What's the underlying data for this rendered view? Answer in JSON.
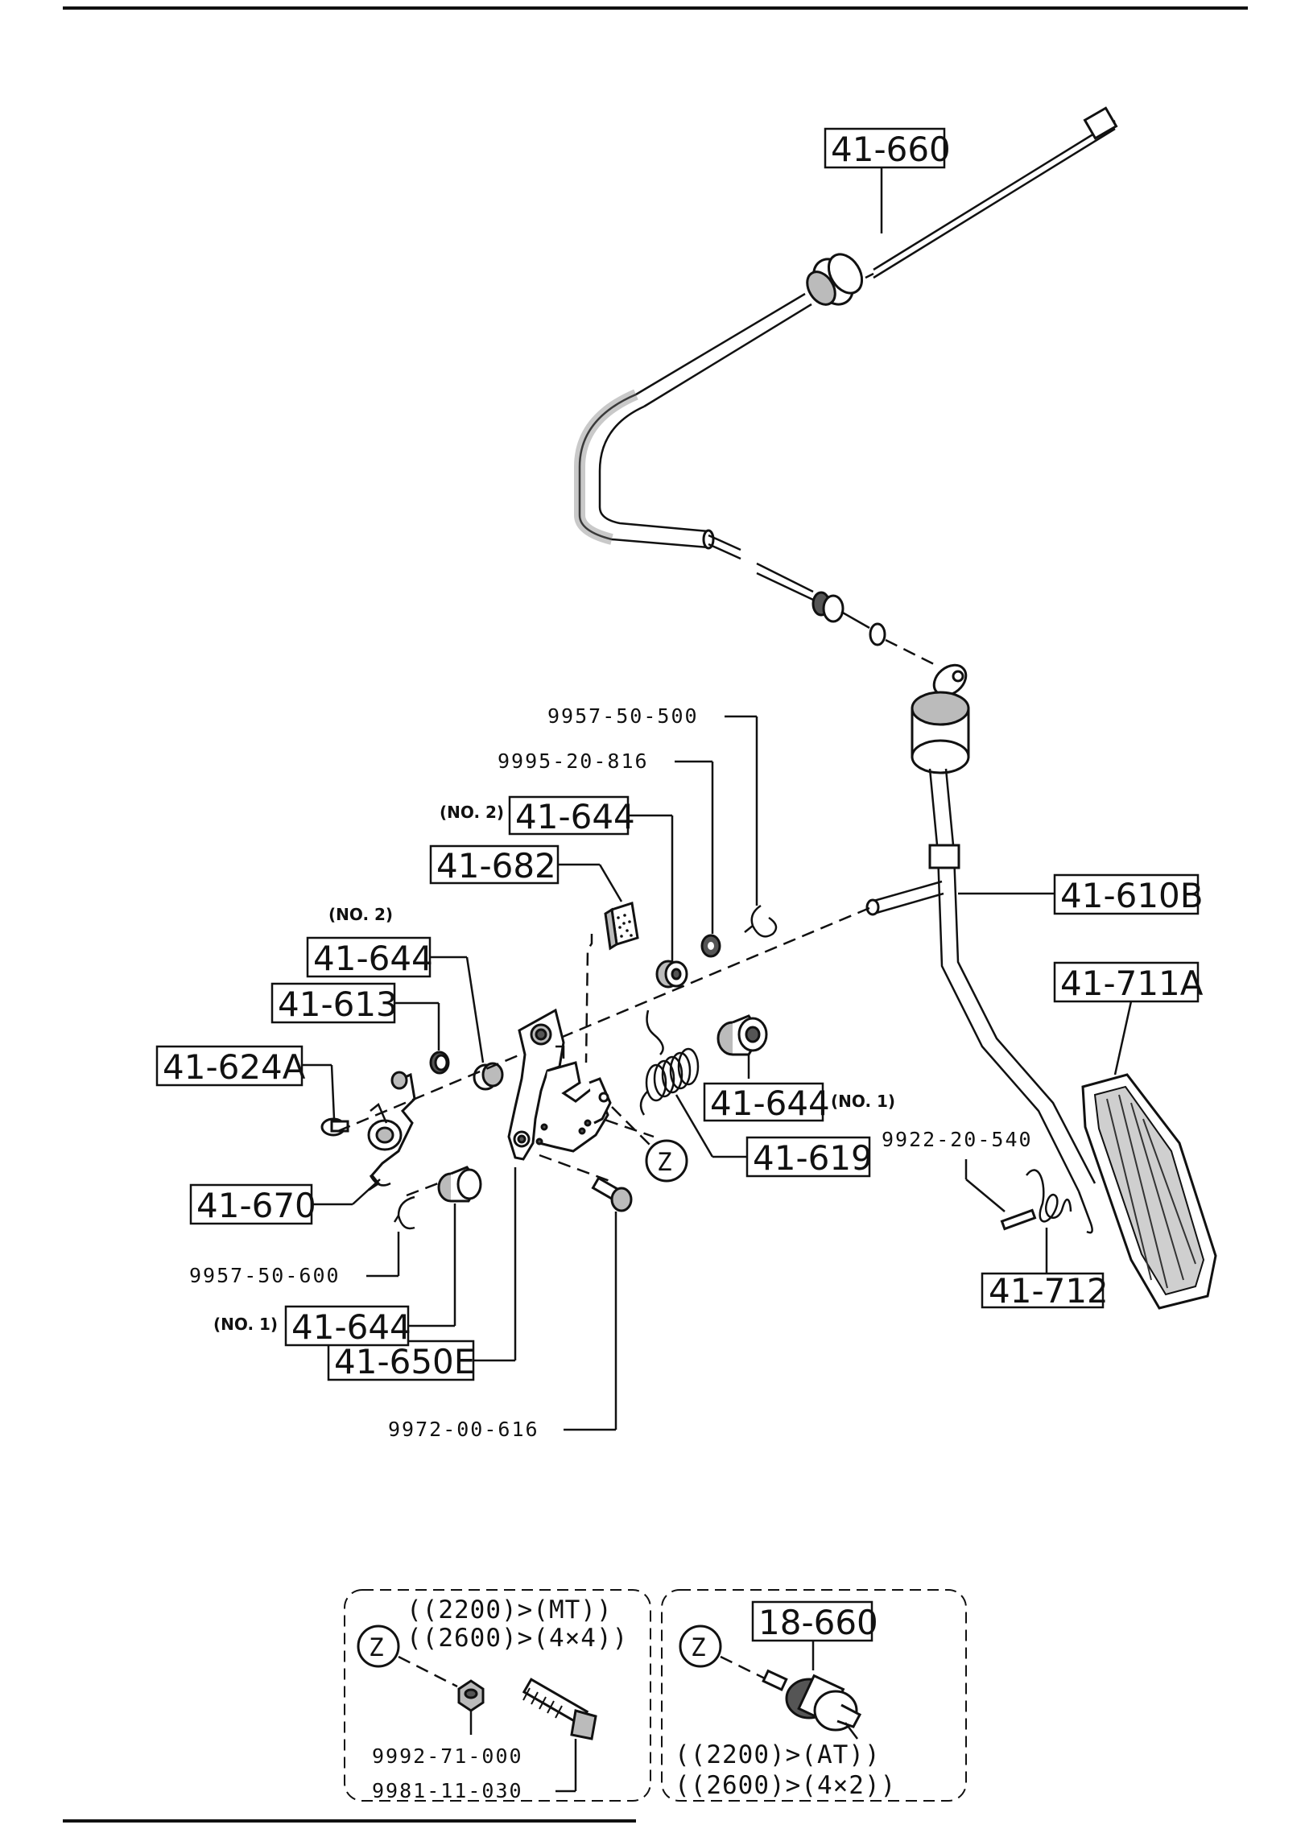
{
  "cable_assembly": {
    "part": "41-660"
  },
  "pedal_arm": {
    "part": "41-610B"
  },
  "pedal_pad": {
    "part": "41-711A"
  },
  "pedal_spring": {
    "part": "41-712"
  },
  "spring_pin": {
    "part": "9922-20-540"
  },
  "upper_clip": {
    "part": "9957-50-500"
  },
  "upper_washer": {
    "part": "9995-20-816"
  },
  "bushing_no2_right": {
    "note": "(NO. 2)",
    "part": "41-644"
  },
  "stopper_pad": {
    "part": "41-682"
  },
  "bushing_no2_left": {
    "note": "(NO. 2)",
    "part": "41-644"
  },
  "bracket_bolt_nut": {
    "part": "41-613"
  },
  "bracket_bolt": {
    "part": "41-624A"
  },
  "bushing_no1_right": {
    "part": "41-644",
    "note": "(NO. 1)"
  },
  "return_spring": {
    "part": "41-619"
  },
  "cable_bracket": {
    "part": "41-670"
  },
  "lower_clip": {
    "part": "9957-50-600"
  },
  "bushing_no1_left": {
    "note": "(NO. 1)",
    "part": "41-644"
  },
  "pedal_bracket": {
    "part": "41-650E"
  },
  "bracket_mount_bolt": {
    "part": "9972-00-616"
  },
  "detail_marker": "Z",
  "detail_left": {
    "marker": "Z",
    "condition_1": "((2200)>(MT))",
    "condition_2": "((2600)>(4×4))",
    "nut": "9992-71-000",
    "bolt": "9981-11-030"
  },
  "detail_right": {
    "marker": "Z",
    "part": "18-660",
    "condition_1": "((2200)>(AT))",
    "condition_2": "((2600)>(4×2))"
  }
}
